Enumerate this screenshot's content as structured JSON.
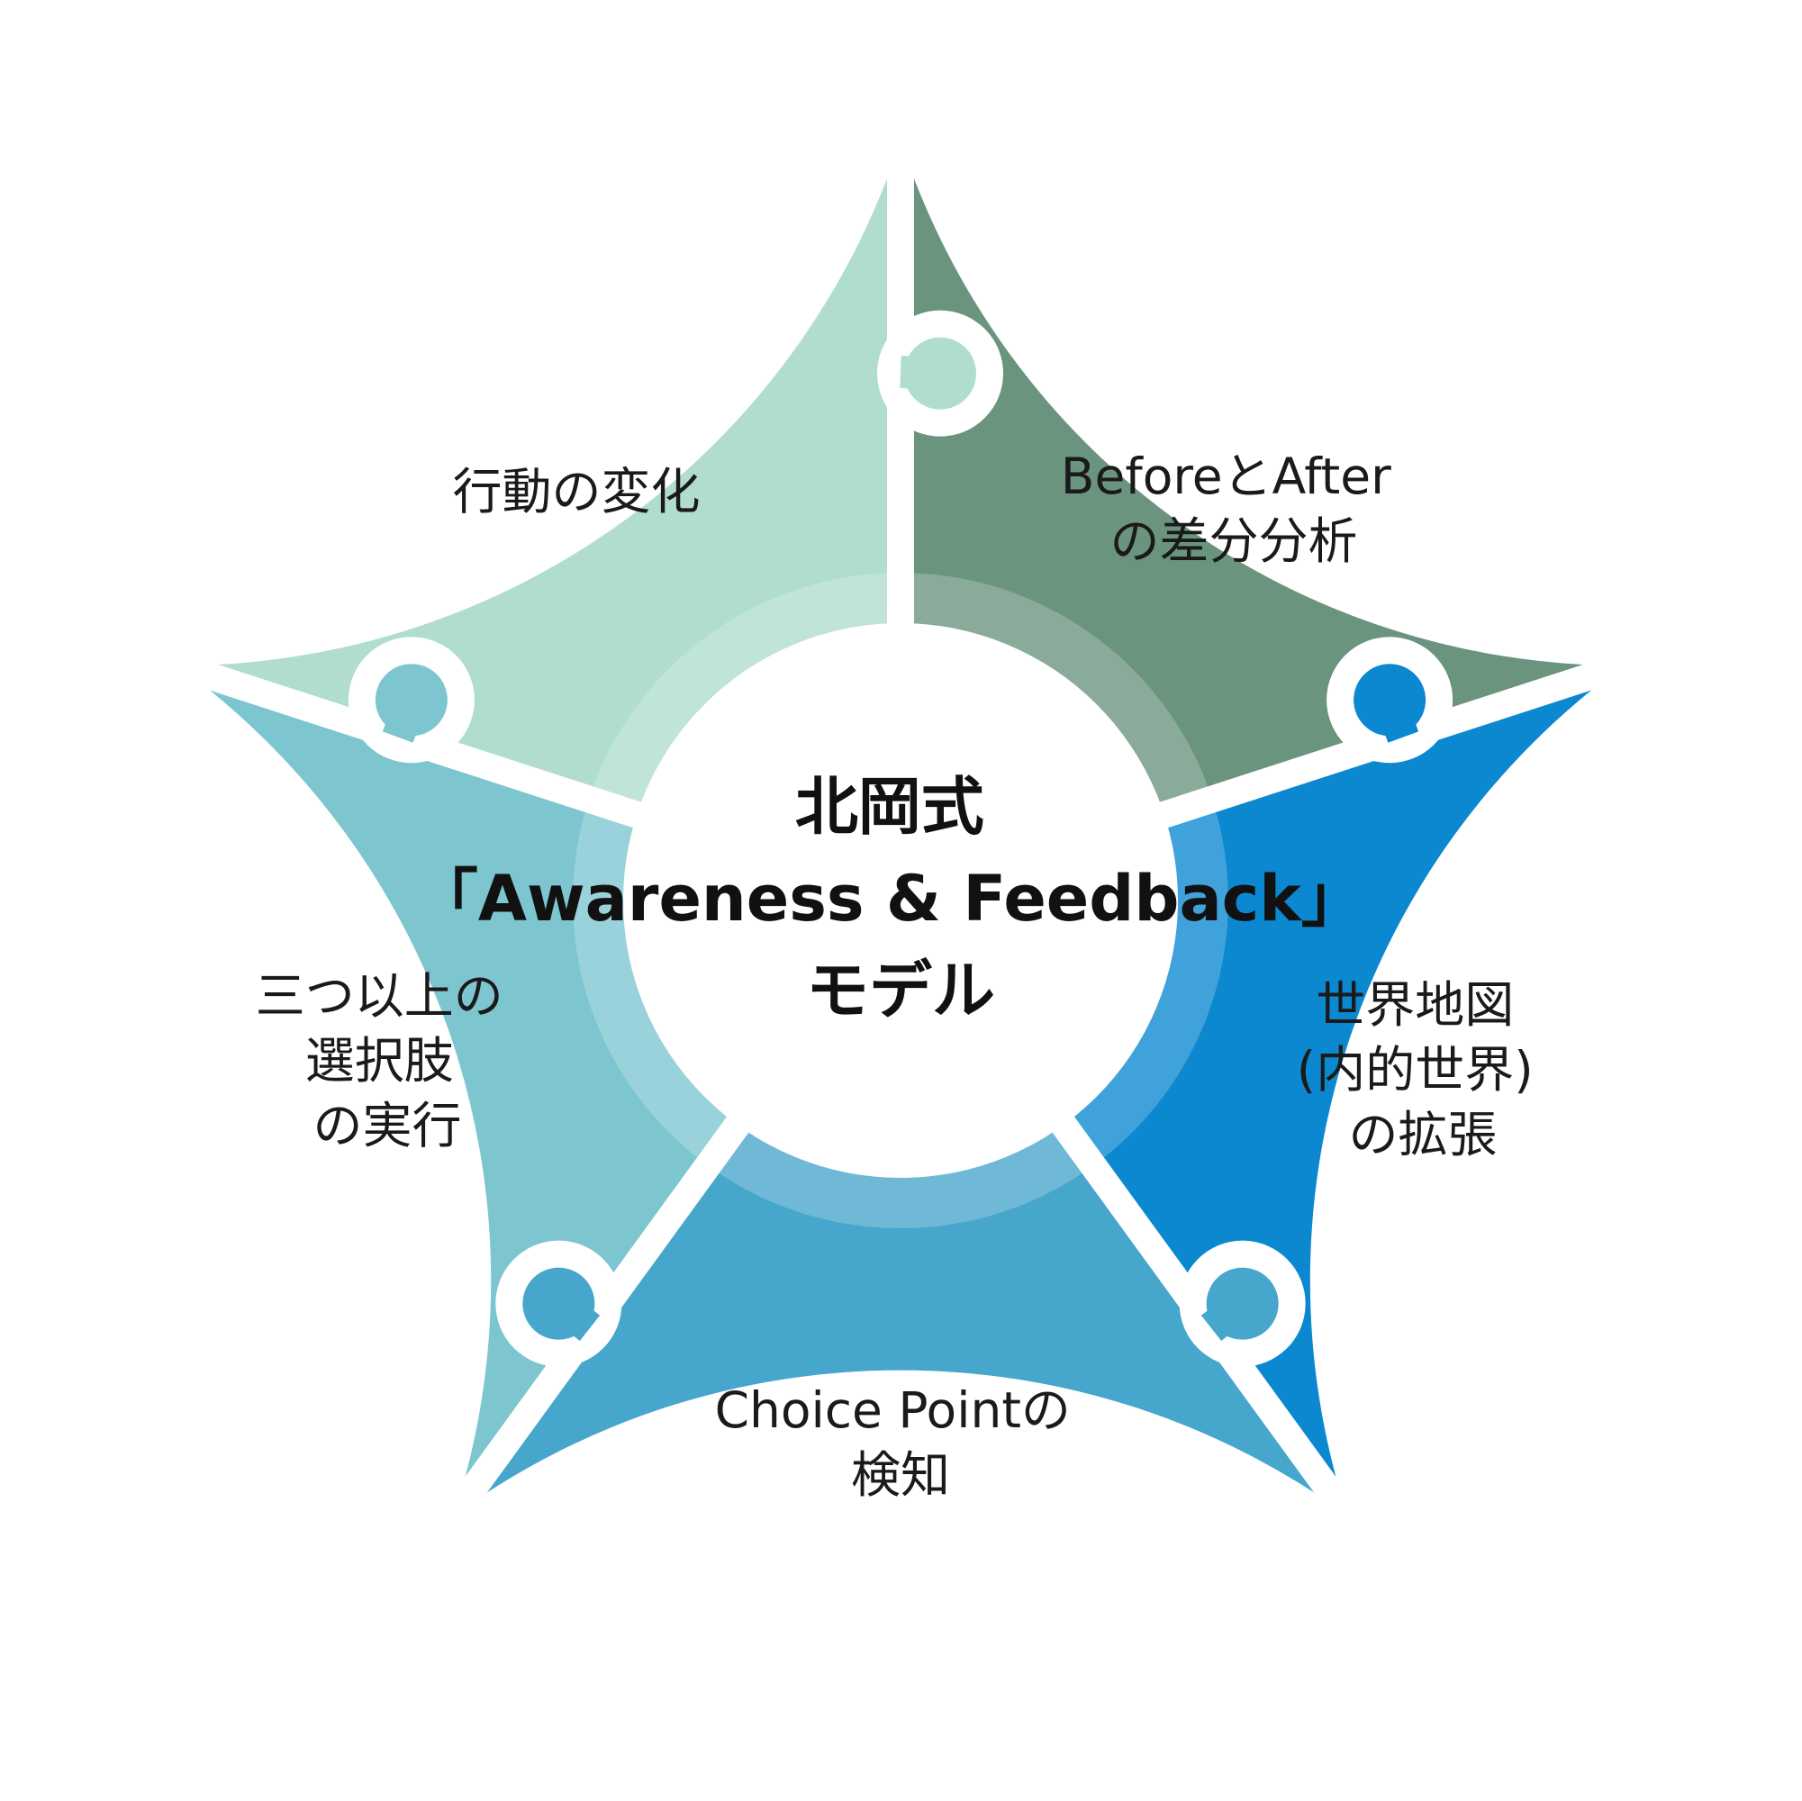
{
  "title": {
    "lines": [
      "北岡式",
      "「Awareness & Feedback」",
      "モデル"
    ]
  },
  "segments": [
    {
      "lines": [
        "BeforeとAfter",
        "の差分分析"
      ],
      "color": "#b0ddd0"
    },
    {
      "lines": [
        "世界地図",
        "(内的世界)",
        "の拡張"
      ],
      "color": "#7dc6d0"
    },
    {
      "lines": [
        "Choice Pointの",
        "検知"
      ],
      "color": "#47a6cc"
    },
    {
      "lines": [
        "三つ以上の",
        "選択肢",
        "の実行"
      ],
      "color": "#0b88d0"
    },
    {
      "lines": [
        "行動の変化"
      ],
      "color": "#6a947e"
    }
  ]
}
